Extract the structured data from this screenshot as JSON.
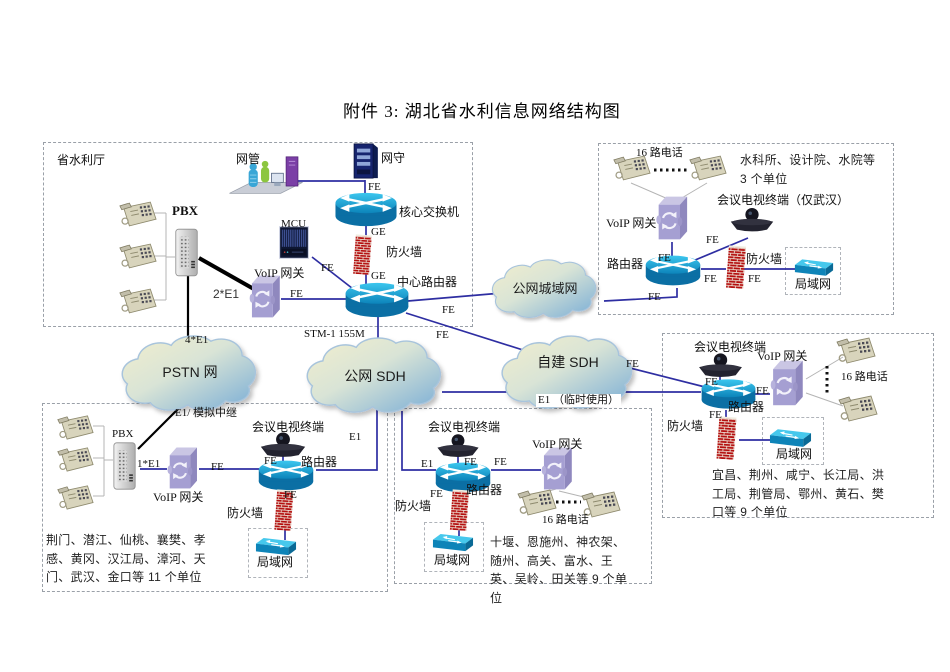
{
  "title": "附件 3: 湖北省水利信息网络结构图",
  "ports": {
    "fe": "FE",
    "ge": "GE",
    "e1": "E1"
  },
  "links": {
    "stm1": "STM-1 155M",
    "e1_temp": "E1 （临时使用）",
    "e1_analog": "E1/ 模拟中继",
    "e1x2": "2*E1",
    "e1x4": "4*E1",
    "e1x1": "1*E1"
  },
  "clouds": {
    "pstn": "PSTN 网",
    "public_sdh": "公网 SDH",
    "self_sdh": "自建 SDH",
    "metro": "公网城域网"
  },
  "devices": {
    "pbx": "PBX",
    "netmgmt": "网管",
    "gatekeeper": "网守",
    "core_switch": "核心交换机",
    "center_router": "中心路由器",
    "mcu": "MCU",
    "voip_gw": "VoIP 网关",
    "router": "路由器",
    "firewall": "防火墙",
    "lan": "局域网",
    "conf": "会议电视终端",
    "conf_wuhan": "会议电视终端（仅武汉）",
    "phones16": "16 路电话"
  },
  "hq": {
    "name": "省水利厅"
  },
  "top_right": {
    "units": "水科所、设计院、水院等 3 个单位"
  },
  "right": {
    "units": "宜昌、荆州、咸宁、长江局、洪工局、荆管局、鄂州、黄石、樊口等 9 个单位"
  },
  "bottom_left": {
    "units": "荆门、潜江、仙桃、襄樊、孝感、黄冈、汉江局、漳河、天门、武汉、金口等 11 个单位"
  },
  "bottom_mid": {
    "units": "十堰、恩施州、神农架、随州、高关、富水、王英、吴岭、田关等 9 个单位"
  }
}
